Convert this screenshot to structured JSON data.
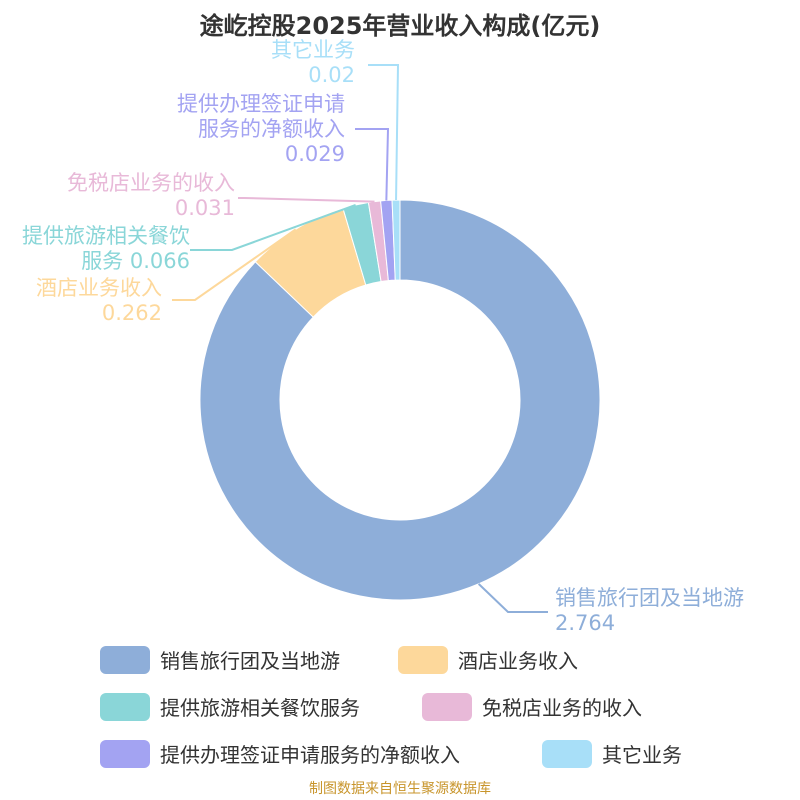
{
  "chart_data": {
    "type": "pie",
    "variant": "donut",
    "title": "途屹控股2025年营业收入构成(亿元)",
    "categories": [
      "销售旅行团及当地游",
      "酒店业务收入",
      "提供旅游相关餐饮服务",
      "免税店业务的收入",
      "提供办理签证申请服务的净额收入",
      "其它业务"
    ],
    "values": [
      2.764,
      0.262,
      0.066,
      0.031,
      0.029,
      0.02
    ],
    "value_labels": [
      "2.764",
      "0.262",
      "0.066",
      "0.031",
      "0.029",
      "0.02"
    ],
    "colors": [
      "#8eaed9",
      "#fdd89b",
      "#8ad6d8",
      "#e8b9d8",
      "#a3a3f2",
      "#a8dff8"
    ],
    "legend_position": "bottom"
  },
  "source": "制图数据来自恒生聚源数据库"
}
